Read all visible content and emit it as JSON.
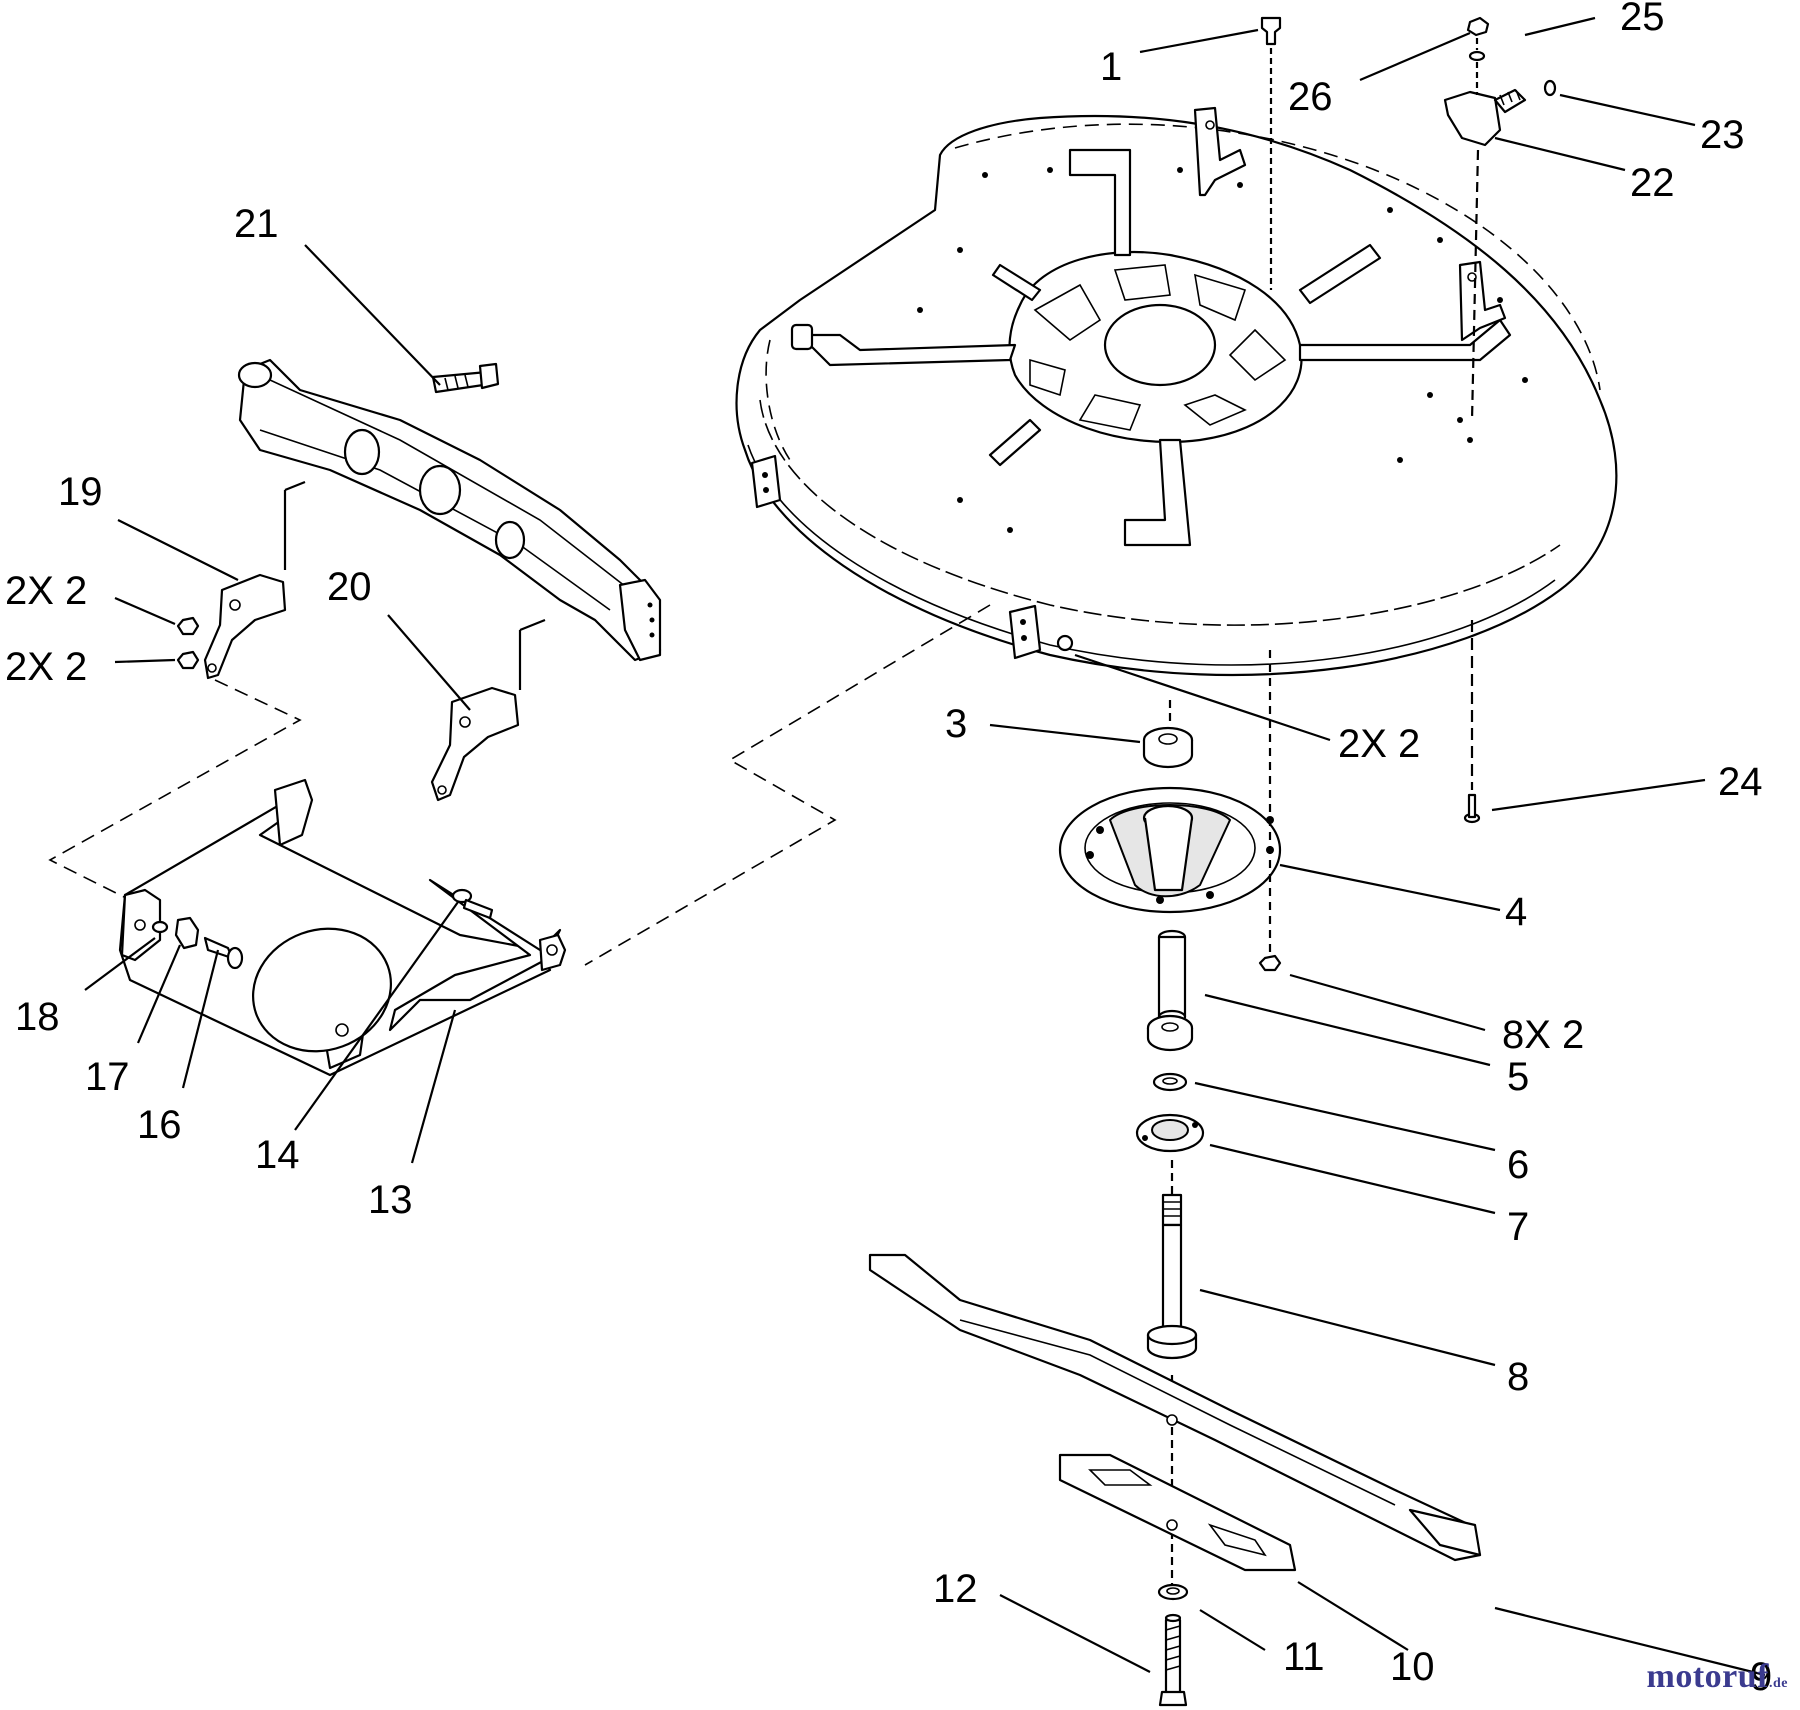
{
  "diagram": {
    "callouts": {
      "c1": "1",
      "c25": "25",
      "c26": "26",
      "c23": "23",
      "c22": "22",
      "c21": "21",
      "c19": "19",
      "c2x2a": "2X 2",
      "c2x2b": "2X 2",
      "c20": "20",
      "c2x2c": "2X 2",
      "c3": "3",
      "c24": "24",
      "c4": "4",
      "c8x2": "8X 2",
      "c5": "5",
      "c6": "6",
      "c7": "7",
      "c8": "8",
      "c18": "18",
      "c17": "17",
      "c16": "16",
      "c14": "14",
      "c13": "13",
      "c12": "12",
      "c11": "11",
      "c10": "10",
      "c9": "9"
    },
    "watermark": "motoruf",
    "watermark_suffix": ".de"
  }
}
